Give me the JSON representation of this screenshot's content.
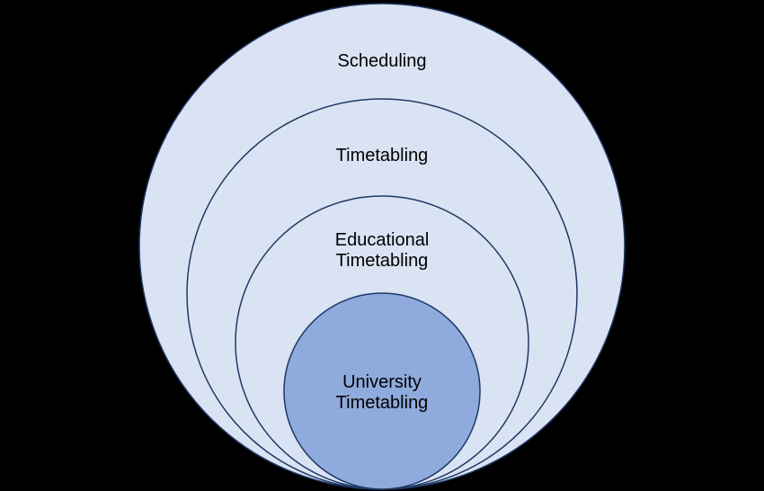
{
  "diagram": {
    "title": "Nested scope of timetabling problems",
    "levels": [
      {
        "label": "Scheduling"
      },
      {
        "label": "Timetabling"
      },
      {
        "label": "Educational Timetabling",
        "line1": "Educational",
        "line2": "Timetabling"
      },
      {
        "label": "University Timetabling",
        "line1": "University",
        "line2": "Timetabling"
      }
    ],
    "colors": {
      "background": "#000000",
      "outer_fill": "#dae3f3",
      "inner_fill": "#8faadc",
      "stroke": "#1f3864"
    }
  }
}
